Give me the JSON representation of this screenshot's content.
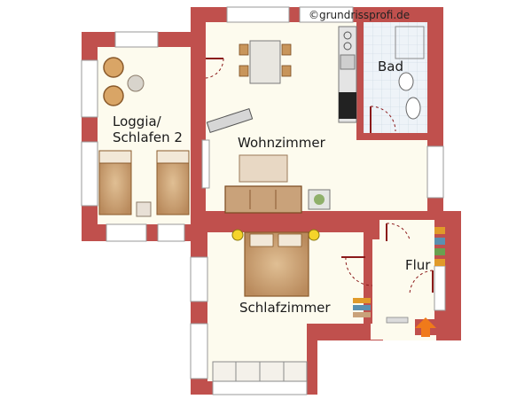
{
  "watermark": "©grundrissprofi.de",
  "rooms": {
    "loggia": {
      "line1": "Loggia/",
      "line2": "Schlafen 2"
    },
    "wohnzimmer": {
      "label": "Wohnzimmer"
    },
    "bad": {
      "label": "Bad"
    },
    "schlafzimmer": {
      "label": "Schlafzimmer"
    },
    "flur": {
      "label": "Flur"
    }
  },
  "colors": {
    "wall": "#c0504d",
    "floor": "#fdfbee",
    "bath_tile": "#eef3f8",
    "furniture": "#c9a27a",
    "door_arc": "#8b1a1a",
    "entrance_arrow": "#f07a1a"
  },
  "icons": [
    "entrance-arrow-icon",
    "bed-icon",
    "sofa-icon",
    "armchair-icon",
    "lamp-icon",
    "shoe-rack-icon",
    "plant-icon"
  ]
}
